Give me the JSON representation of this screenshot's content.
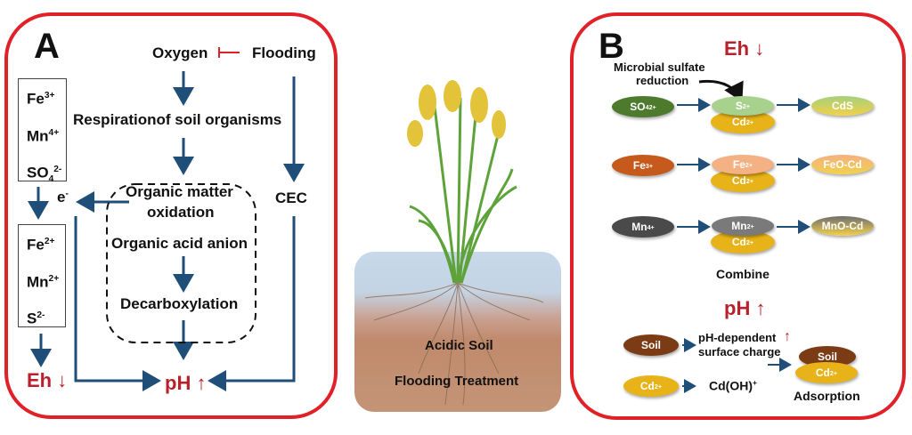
{
  "panelA": {
    "label": "A",
    "oxygen": "Oxygen",
    "flooding": "Flooding",
    "respiration": "Respirationof soil organisms",
    "om_oxidation_1": "Organic matter",
    "om_oxidation_2": "oxidation",
    "organic_acid": "Organic acid anion",
    "decarboxylation": "Decarboxylation",
    "cec": "CEC",
    "electron": "e",
    "electron_sup": "-",
    "oxidized_species": [
      {
        "base": "Fe",
        "sub": "",
        "sup": "3+"
      },
      {
        "base": "Mn",
        "sub": "",
        "sup": "4+"
      },
      {
        "base": "SO",
        "sub": "4",
        "sup": "2-"
      }
    ],
    "reduced_species": [
      {
        "base": "Fe",
        "sub": "",
        "sup": "2+"
      },
      {
        "base": "Mn",
        "sub": "",
        "sup": "2+"
      },
      {
        "base": "S",
        "sub": "",
        "sup": "2-"
      }
    ],
    "eh": "Eh",
    "ph": "pH",
    "eh_arrow": "↓",
    "ph_arrow": "↑"
  },
  "center": {
    "soil_label": "Acidic Soil",
    "treatment_label": "Flooding Treatment"
  },
  "panelB": {
    "label": "B",
    "eh": "Eh",
    "eh_arrow": "↓",
    "microbial_1": "Microbial sulfate",
    "microbial_2": "reduction",
    "rows": [
      {
        "from": "SO4",
        "from_sub": "4",
        "from_base": "SO",
        "from_sup": "2+",
        "mid_base": "S",
        "mid_sup": "2+",
        "cd_base": "Cd",
        "cd_sup": "2+",
        "product": "CdS",
        "from_color": "#4e7a2e",
        "mid_color": "#a9d18e",
        "product_top": "#a6cf7c"
      },
      {
        "from_base": "Fe",
        "from_sub": "",
        "from_sup": "3+",
        "mid_base": "Fe",
        "mid_sup": "2+",
        "cd_base": "Cd",
        "cd_sup": "2+",
        "product": "FeO-Cd",
        "from_color": "#c55a1c",
        "mid_color": "#f4b183",
        "product_top": "#f4b183"
      },
      {
        "from_base": "Mn",
        "from_sub": "",
        "from_sup": "4+",
        "mid_base": "Mn",
        "mid_sup": "2+",
        "cd_base": "Cd",
        "cd_sup": "2+",
        "product": "MnO-Cd",
        "from_color": "#4a4a4a",
        "mid_color": "#7a7a7a",
        "product_top": "#6e6e6e"
      }
    ],
    "combine": "Combine",
    "ph": "pH",
    "ph_arrow": "↑",
    "soil": "Soil",
    "cd_base": "Cd",
    "cd_sup": "2+",
    "surface_1": "pH-dependent",
    "surface_2": "surface charge",
    "surface_arrow": "↑",
    "cdoh_base": "Cd(OH)",
    "cdoh_sup": "+",
    "adsorption": "Adsorption"
  },
  "colors": {
    "frame_red": "#e02228",
    "text_red": "#b8202b",
    "arrow_blue": "#1f4e79",
    "cd_yellow": "#e8b318",
    "soil_brown": "#7b3b14"
  }
}
